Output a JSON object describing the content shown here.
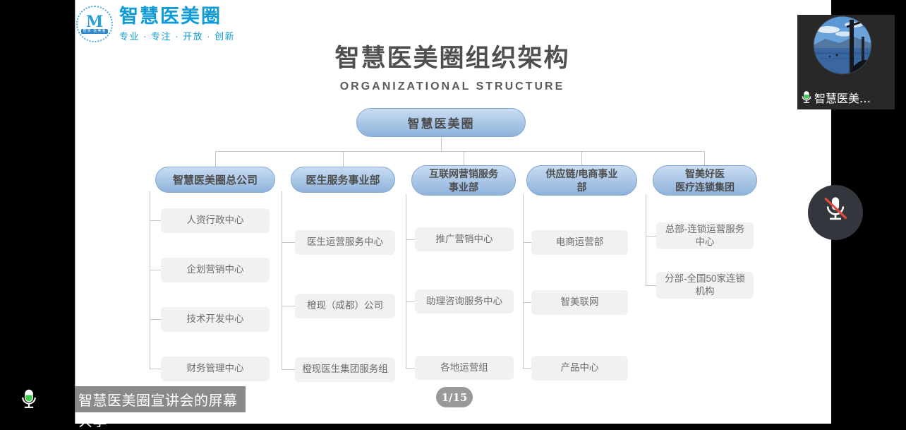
{
  "logo": {
    "monogram": "M",
    "badge_caption": "智慧·医美圈",
    "brand": "智慧医美圈",
    "tagline": "专业 · 专注 · 开放 · 创新"
  },
  "header": {
    "title": "智慧医美圈组织架构",
    "subtitle": "ORGANIZATIONAL STRUCTURE"
  },
  "org_chart": {
    "root": "智慧医美圈",
    "branches": [
      {
        "label": "智慧医美圈总公司",
        "children": [
          "人资行政中心",
          "企划营销中心",
          "技术开发中心",
          "财务管理中心"
        ]
      },
      {
        "label": "医生服务事业部",
        "children": [
          "医生运营服务中心",
          "橙现（成都）公司",
          "橙现医生集团服务组"
        ]
      },
      {
        "label": "互联网营销服务\n事业部",
        "children": [
          "推广营销中心",
          "助理咨询服务中心",
          "各地运营组"
        ]
      },
      {
        "label": "供应链/电商事业\n部",
        "children": [
          "电商运营部",
          "智美联网",
          "产品中心"
        ]
      },
      {
        "label": "智美好医\n医疗连锁集团",
        "children": [
          "总部-连锁运营服务\n中心",
          "分部-全国50家连锁\n机构"
        ]
      }
    ]
  },
  "slide": {
    "page_indicator": "1/15"
  },
  "meeting": {
    "share_banner_text": "智慧医美圈宣讲会的屏幕共享",
    "participant_name": "智慧医美…",
    "mute_state": "muted"
  },
  "colors": {
    "brand_blue": "#0d9ad6",
    "node_blue_top": "#c9dcf2",
    "node_blue_bottom": "#8fb3dc",
    "node_border": "#82a9d4",
    "child_box_bg": "#f1f1f2",
    "connector_gray": "#bfc6cc",
    "mic_level_green": "#3fcc4e",
    "mute_slash_red": "#dd4b3e"
  }
}
